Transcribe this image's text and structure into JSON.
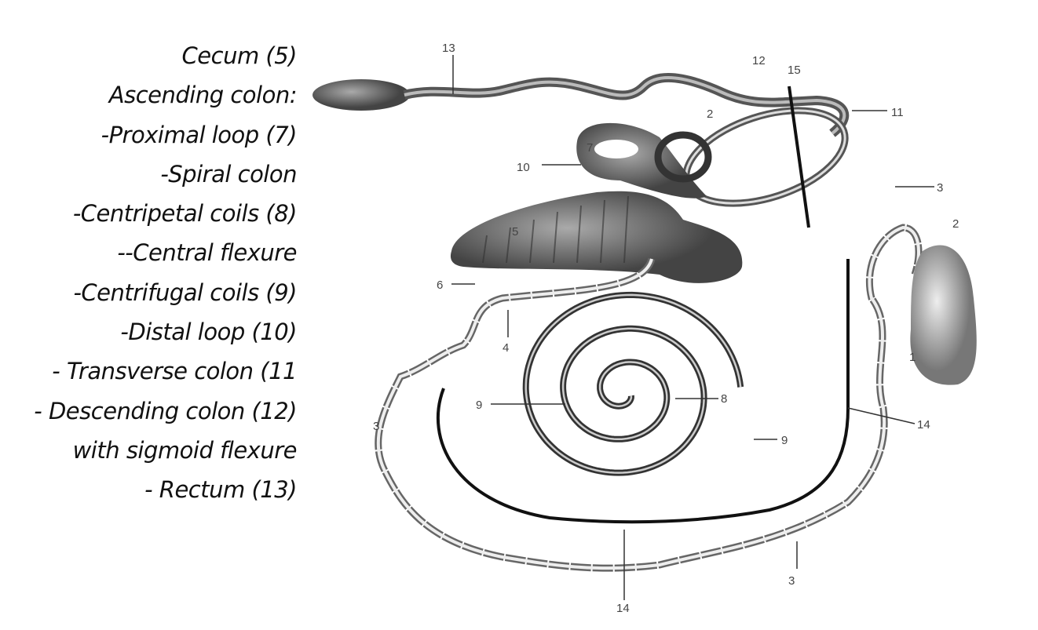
{
  "legend": [
    "Cecum (5)",
    "Ascending colon:",
    "-Proximal loop (7)",
    "-Spiral colon",
    "-Centripetal coils (8)",
    "--Central flexure",
    "-Centrifugal coils (9)",
    "-Distal loop (10)",
    "- Transverse colon (11",
    "- Descending colon (12)",
    "with sigmoid flexure",
    "- Rectum (13)"
  ],
  "diagram_labels": [
    "13",
    "12",
    "15",
    "11",
    "2",
    "10",
    "7",
    "3",
    "2",
    "5",
    "6",
    "4",
    "1",
    "9",
    "8",
    "9",
    "3",
    "14",
    "3",
    "14"
  ]
}
